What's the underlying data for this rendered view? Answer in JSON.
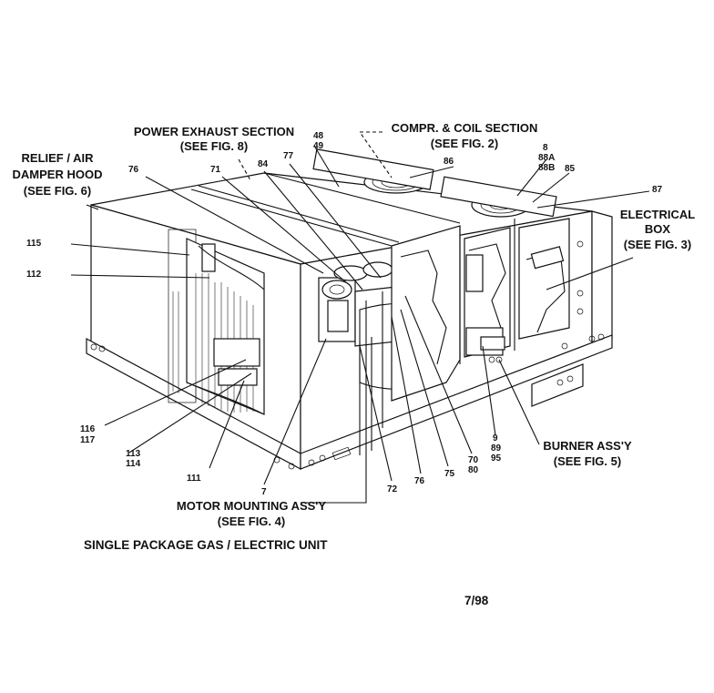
{
  "captions": {
    "power_exhaust": [
      "POWER EXHAUST SECTION",
      "(SEE FIG. 8)"
    ],
    "compr_coil": [
      "COMPR. & COIL SECTION",
      "(SEE FIG. 2)"
    ],
    "relief_damper": [
      "RELIEF / AIR",
      "DAMPER HOOD",
      "(SEE FIG. 6)"
    ],
    "electrical_box": [
      "ELECTRICAL",
      "BOX",
      "(SEE FIG. 3)"
    ],
    "burner": [
      "BURNER ASS'Y",
      "(SEE FIG. 5)"
    ],
    "motor_mounting": [
      "MOTOR MOUNTING ASS'Y",
      "(SEE FIG. 4)"
    ]
  },
  "part_numbers": {
    "p48": "48",
    "p49": "49",
    "p86": "86",
    "p8": "8",
    "p88A": "88A",
    "p88B": "88B",
    "p85": "85",
    "p87": "87",
    "p76a": "76",
    "p71": "71",
    "p84": "84",
    "p77": "77",
    "p115": "115",
    "p112": "112",
    "p116": "116",
    "p117": "117",
    "p113": "113",
    "p114": "114",
    "p111": "111",
    "p7": "7",
    "p72": "72",
    "p76b": "76",
    "p75": "75",
    "p70": "70",
    "p80": "80",
    "p9": "9",
    "p89": "89",
    "p95": "95"
  },
  "title": "SINGLE PACKAGE GAS / ELECTRIC UNIT",
  "date": "7/98"
}
